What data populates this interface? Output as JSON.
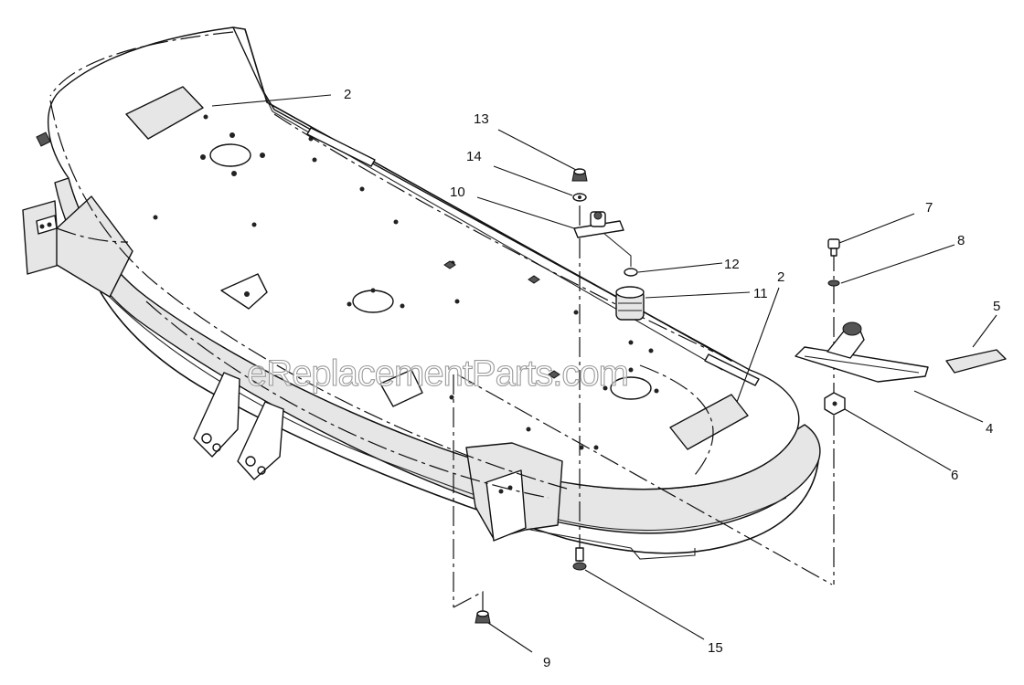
{
  "callouts": {
    "c2a": "2",
    "c2b": "2",
    "c4": "4",
    "c5": "5",
    "c6": "6",
    "c7": "7",
    "c8": "8",
    "c9": "9",
    "c10": "10",
    "c11": "11",
    "c12": "12",
    "c13": "13",
    "c14": "14",
    "c15": "15"
  },
  "watermark": "eReplacementParts.com"
}
